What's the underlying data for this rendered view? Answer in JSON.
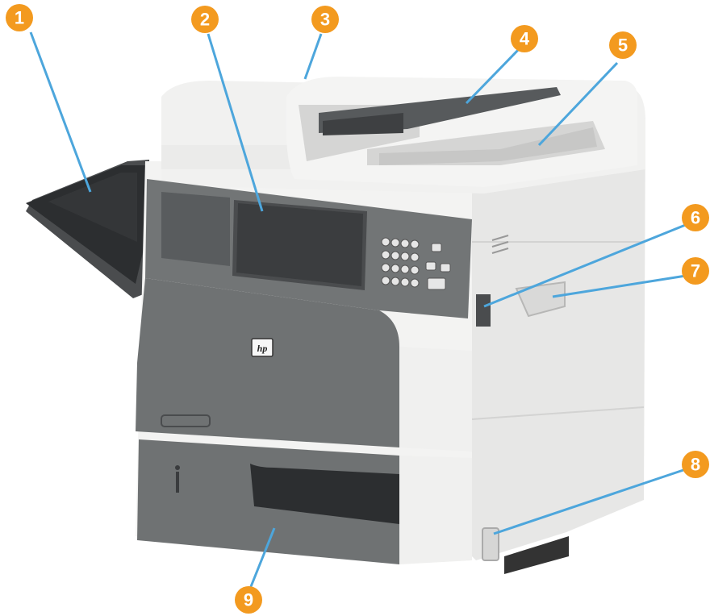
{
  "figure": {
    "brand_logo": "hp",
    "accent_color": "#f39a1f",
    "leader_line_color": "#4da6dc",
    "body_color": "#f1f1f0",
    "panel_color": "#6f7273",
    "dark_color": "#3b3d3f"
  },
  "callouts": [
    {
      "id": "1",
      "label": "1"
    },
    {
      "id": "2",
      "label": "2"
    },
    {
      "id": "3",
      "label": "3"
    },
    {
      "id": "4",
      "label": "4"
    },
    {
      "id": "5",
      "label": "5"
    },
    {
      "id": "6",
      "label": "6"
    },
    {
      "id": "7",
      "label": "7"
    },
    {
      "id": "8",
      "label": "8"
    },
    {
      "id": "9",
      "label": "9"
    }
  ]
}
